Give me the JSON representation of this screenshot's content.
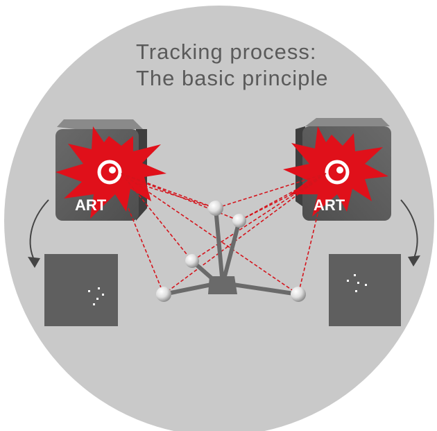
{
  "title": {
    "line1": "Tracking process:",
    "line2": "The basic principle"
  },
  "cameras": {
    "left": {
      "brand": "ART"
    },
    "right": {
      "brand": "ART"
    }
  },
  "colors": {
    "background_disc": "#c9c9c9",
    "camera_body": "#5e5e5e",
    "flash": "#e0101a",
    "ray": "#d4141c",
    "target_body": "#6a6a6a",
    "marker": "#e6e6e6",
    "screen": "#5f5f5f",
    "arrow": "#444444"
  },
  "icons": {
    "camera": "infrared-camera-icon",
    "flash": "flash-burst-icon",
    "marker": "reflective-marker-sphere",
    "screen": "camera-image-screen",
    "arrow": "curved-arrow"
  }
}
